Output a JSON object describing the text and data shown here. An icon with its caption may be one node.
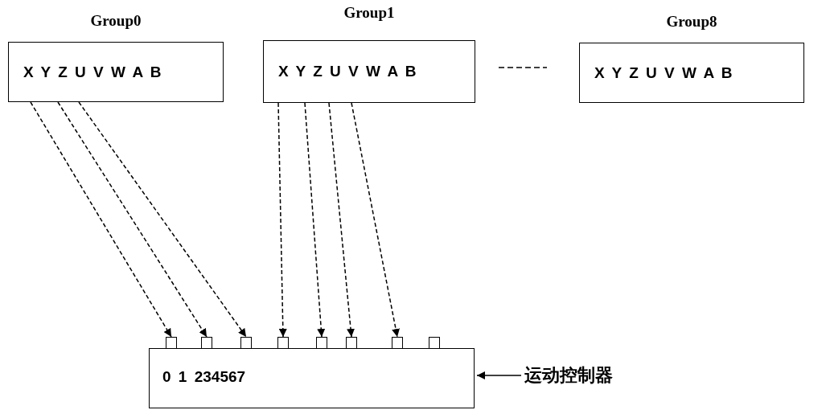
{
  "diagram": {
    "nodes": [
      {
        "text": [
          "Group0",
          "X Y Z U V W A B"
        ]
      },
      {
        "text": [
          "Group1",
          "X Y Z U V W A B"
        ]
      },
      {
        "text": [
          "Group8",
          "X Y Z U V W A B"
        ]
      },
      {
        "text": [
          "0 1 234567"
        ]
      },
      {
        "text": [],
        "shape": "box"
      },
      {
        "text": [],
        "shape": "box"
      },
      {
        "text": [],
        "shape": "box"
      },
      {
        "text": [],
        "shape": "box"
      },
      {
        "text": [],
        "shape": "box"
      },
      {
        "text": [],
        "shape": "box"
      },
      {
        "text": [],
        "shape": "box"
      },
      {
        "text": [],
        "shape": "box"
      },
      {
        "text": [
          "运动控制器"
        ]
      }
    ],
    "edges": [
      {
        "from": 0,
        "to": 4,
        "arrow": "to",
        "style": "dashed"
      },
      {
        "from": 0,
        "to": 5,
        "arrow": "to",
        "style": "dashed"
      },
      {
        "from": 0,
        "to": 6,
        "arrow": "to",
        "style": "dashed"
      },
      {
        "from": 1,
        "to": 7,
        "arrow": "to",
        "style": "dashed"
      },
      {
        "from": 1,
        "to": 8,
        "arrow": "to",
        "style": "dashed"
      },
      {
        "from": 1,
        "to": 9,
        "arrow": "to",
        "style": "dashed"
      },
      {
        "from": 1,
        "to": 10,
        "arrow": "to",
        "style": "dashed"
      },
      {
        "from": 12,
        "to": 3,
        "arrow": "to"
      }
    ]
  }
}
